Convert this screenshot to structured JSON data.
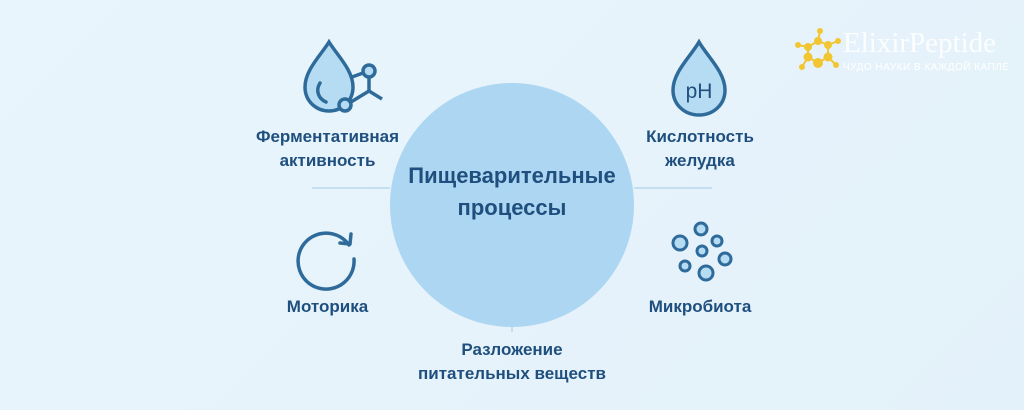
{
  "center": {
    "line1": "Пищеварительные",
    "line2": "процессы"
  },
  "nodes": {
    "enzymatic": {
      "line1": "Ферментативная",
      "line2": "активность",
      "icon": "drop-molecule-icon"
    },
    "acidity": {
      "line1": "Кислотность",
      "line2": "желудка",
      "icon": "ph-drop-icon",
      "icon_text": "pH"
    },
    "motility": {
      "line1": "Моторика",
      "icon": "cycle-arrow-icon"
    },
    "microbiota": {
      "line1": "Микробиота",
      "icon": "bubbles-icon"
    },
    "breakdown": {
      "line1": "Разложение",
      "line2": "питательных веществ"
    }
  },
  "logo": {
    "title": "ElixirPeptide",
    "tagline": "ЧУДО НАУКИ В КАЖДОЙ КАПЛЕ"
  },
  "colors": {
    "background": "#e6f3fb",
    "circle": "#acd6f1",
    "text": "#1f4f7e",
    "icon_stroke": "#2f6b9a",
    "icon_fill": "#b5dcf3",
    "logo_accent": "#f2c631"
  }
}
